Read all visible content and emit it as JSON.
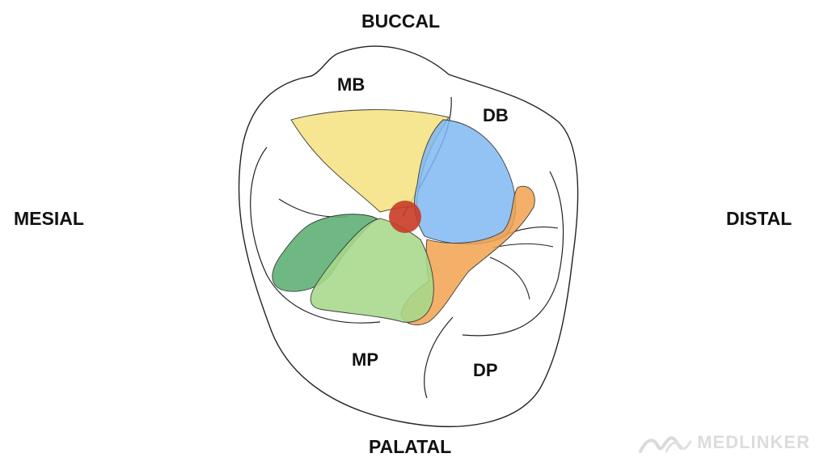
{
  "directions": {
    "buccal": "BUCCAL",
    "palatal": "PALATAL",
    "mesial": "MESIAL",
    "distal": "DISTAL"
  },
  "cusps": {
    "mb": "MB",
    "db": "DB",
    "mp": "MP",
    "dp": "DP"
  },
  "watermark": {
    "text": "MEDLINKER",
    "icon": "medlinker-logo-icon"
  },
  "colors": {
    "mb": "#f4e17e",
    "db": "#7fb8f2",
    "mp": "#a6d88a",
    "mesial_marginal": "#5cae72",
    "distal_ridge": "#f2a24e",
    "center": "#c83c26"
  }
}
